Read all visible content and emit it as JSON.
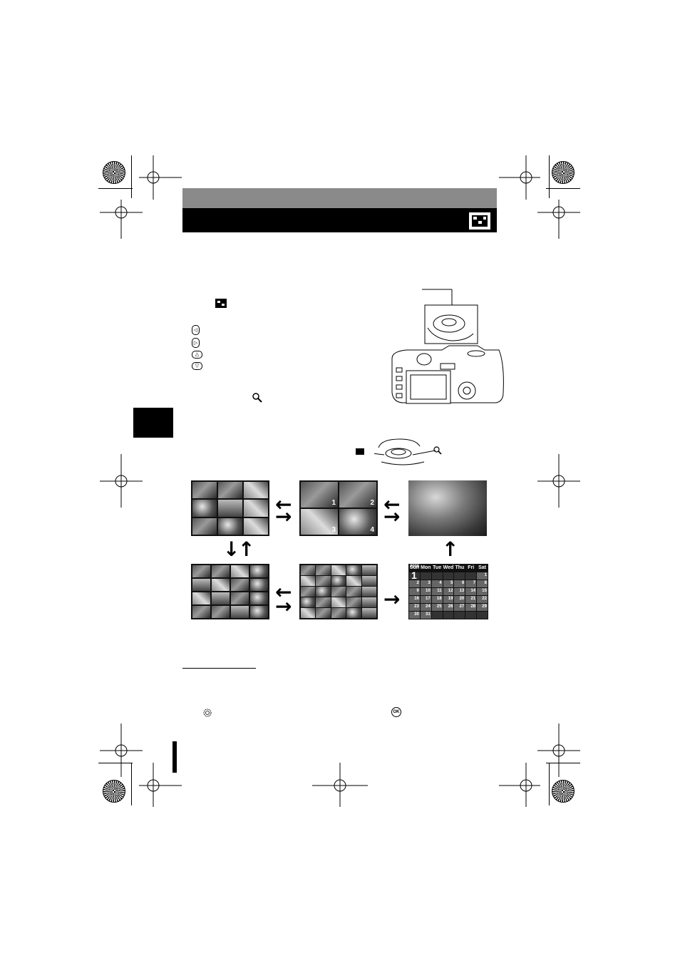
{
  "header": {
    "index_icon": "index-display-icon"
  },
  "side_tab": {
    "label": ""
  },
  "buttons_list": {
    "items": [
      {
        "icon": "left-arrow-button-icon",
        "symbol": "◁"
      },
      {
        "icon": "right-arrow-button-icon",
        "symbol": "▷"
      },
      {
        "icon": "up-arrow-button-icon",
        "symbol": "△"
      },
      {
        "icon": "down-arrow-button-icon",
        "symbol": "▽"
      }
    ],
    "index_symbol": "▦",
    "zoom_symbol": "🔍"
  },
  "dial_labels": {
    "index_symbol": "▦",
    "zoom_symbol": "🔍"
  },
  "thumbnails": {
    "four_up_numbers": [
      "1",
      "2",
      "3",
      "4"
    ]
  },
  "calendar": {
    "year": "2005",
    "month": "1",
    "headers": [
      "Sun",
      "Mon",
      "Tue",
      "Wed",
      "Thu",
      "Fri",
      "Sat"
    ],
    "days": [
      "",
      "",
      "",
      "",
      "",
      "",
      "1",
      "2",
      "3",
      "4",
      "5",
      "6",
      "7",
      "8",
      "9",
      "10",
      "11",
      "12",
      "13",
      "14",
      "15",
      "16",
      "17",
      "18",
      "19",
      "20",
      "21",
      "22",
      "23",
      "24",
      "25",
      "26",
      "27",
      "28",
      "29",
      "30",
      "31",
      "",
      "",
      "",
      "",
      ""
    ]
  },
  "footer_icons": {
    "dial_symbol": "◎",
    "ok_symbol": "OK"
  },
  "colors": {
    "band_gray": "#8a8a8a",
    "band_black": "#000000"
  }
}
